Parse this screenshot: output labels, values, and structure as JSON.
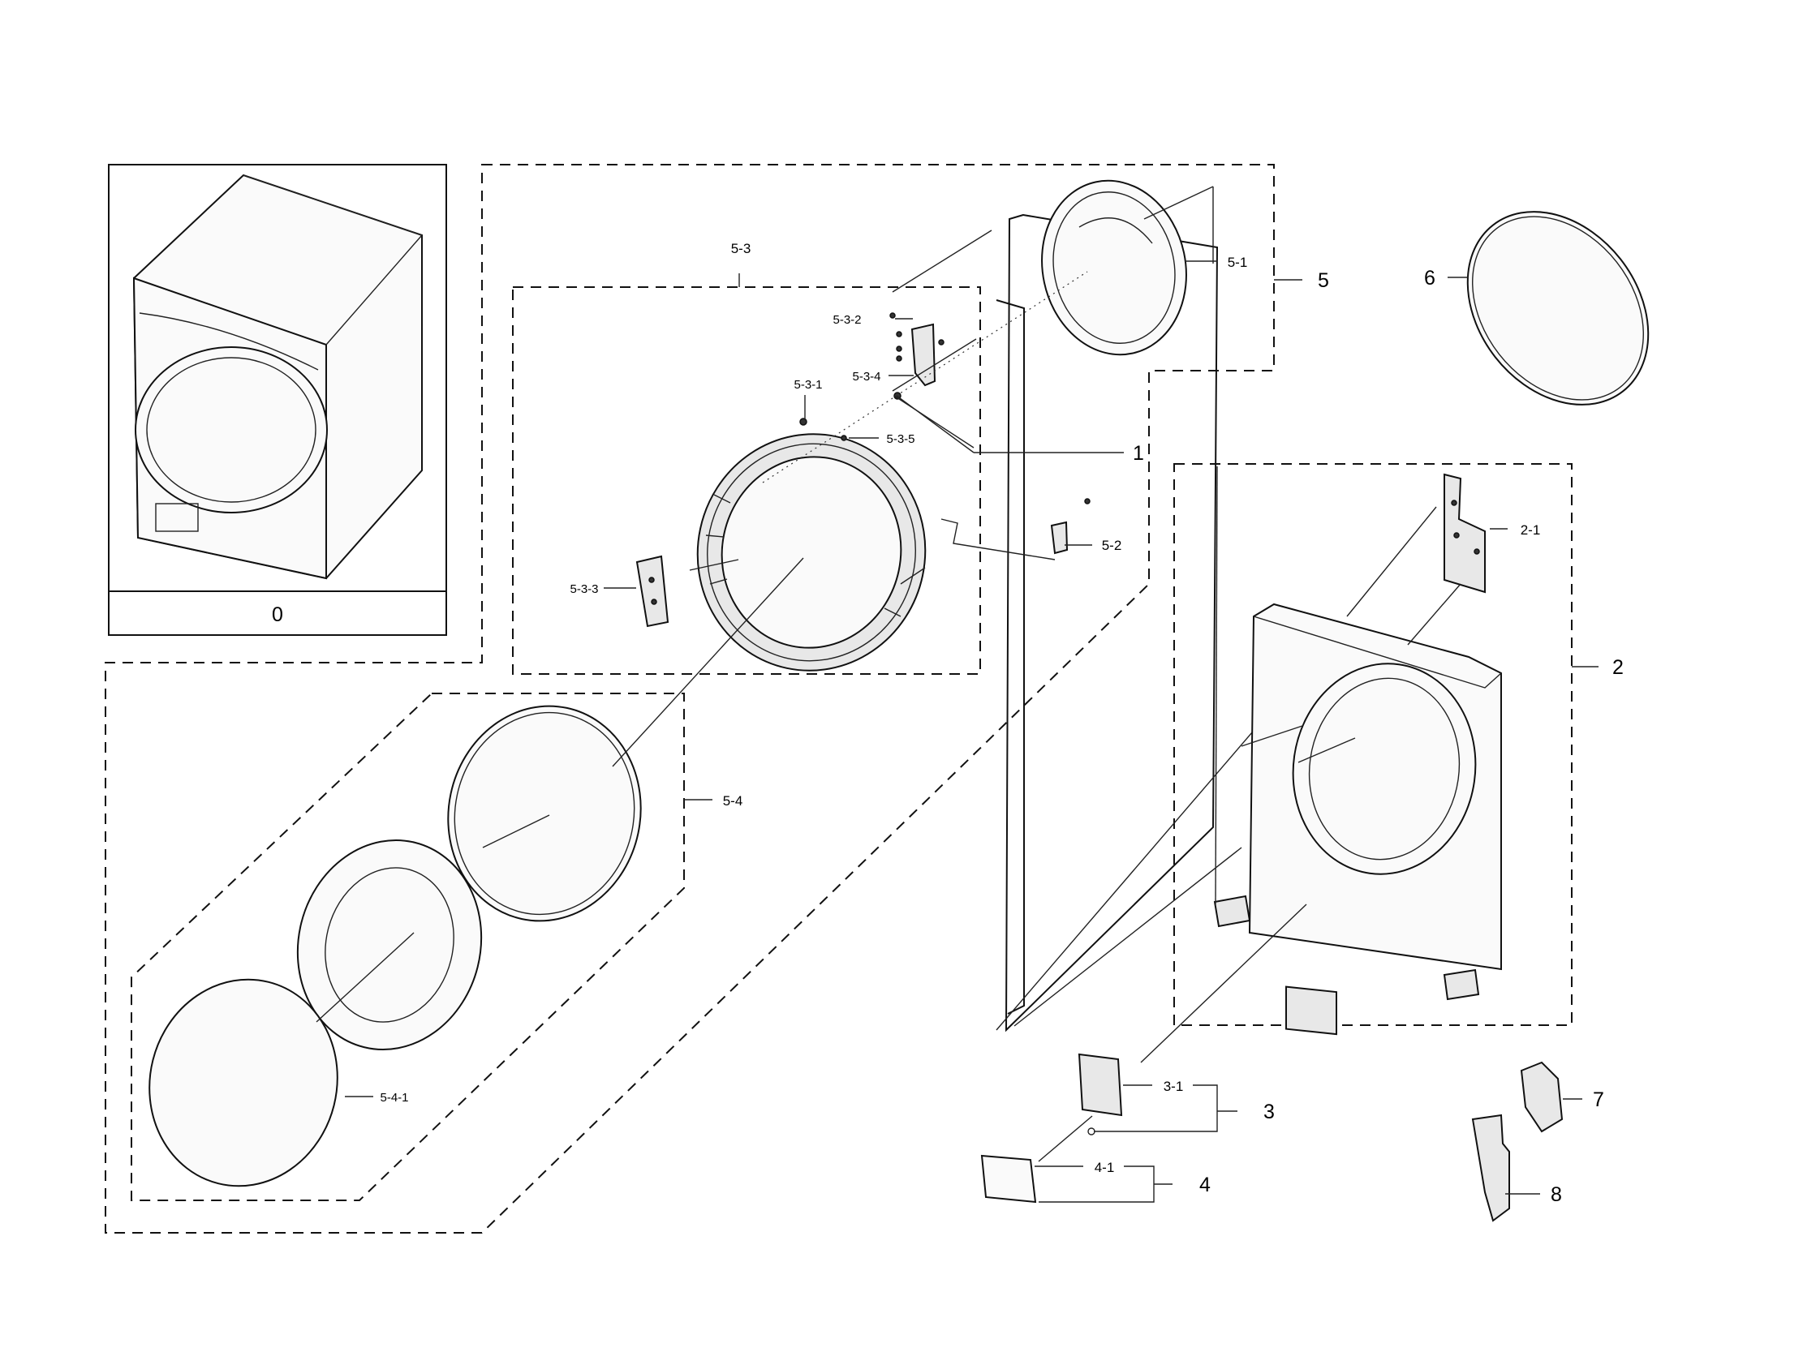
{
  "callouts": {
    "c0": "0",
    "c1": "1",
    "c2": "2",
    "c2_1": "2-1",
    "c3": "3",
    "c3_1": "3-1",
    "c4": "4",
    "c4_1": "4-1",
    "c5": "5",
    "c5_1": "5-1",
    "c5_2": "5-2",
    "c5_3": "5-3",
    "c5_3_1": "5-3-1",
    "c5_3_2": "5-3-2",
    "c5_3_3": "5-3-3",
    "c5_3_4": "5-3-4",
    "c5_3_5": "5-3-5",
    "c5_4": "5-4",
    "c5_4_1": "5-4-1",
    "c6": "6",
    "c7": "7",
    "c8": "8"
  },
  "colors": {
    "ink": "#111111",
    "paper": "#ffffff"
  }
}
